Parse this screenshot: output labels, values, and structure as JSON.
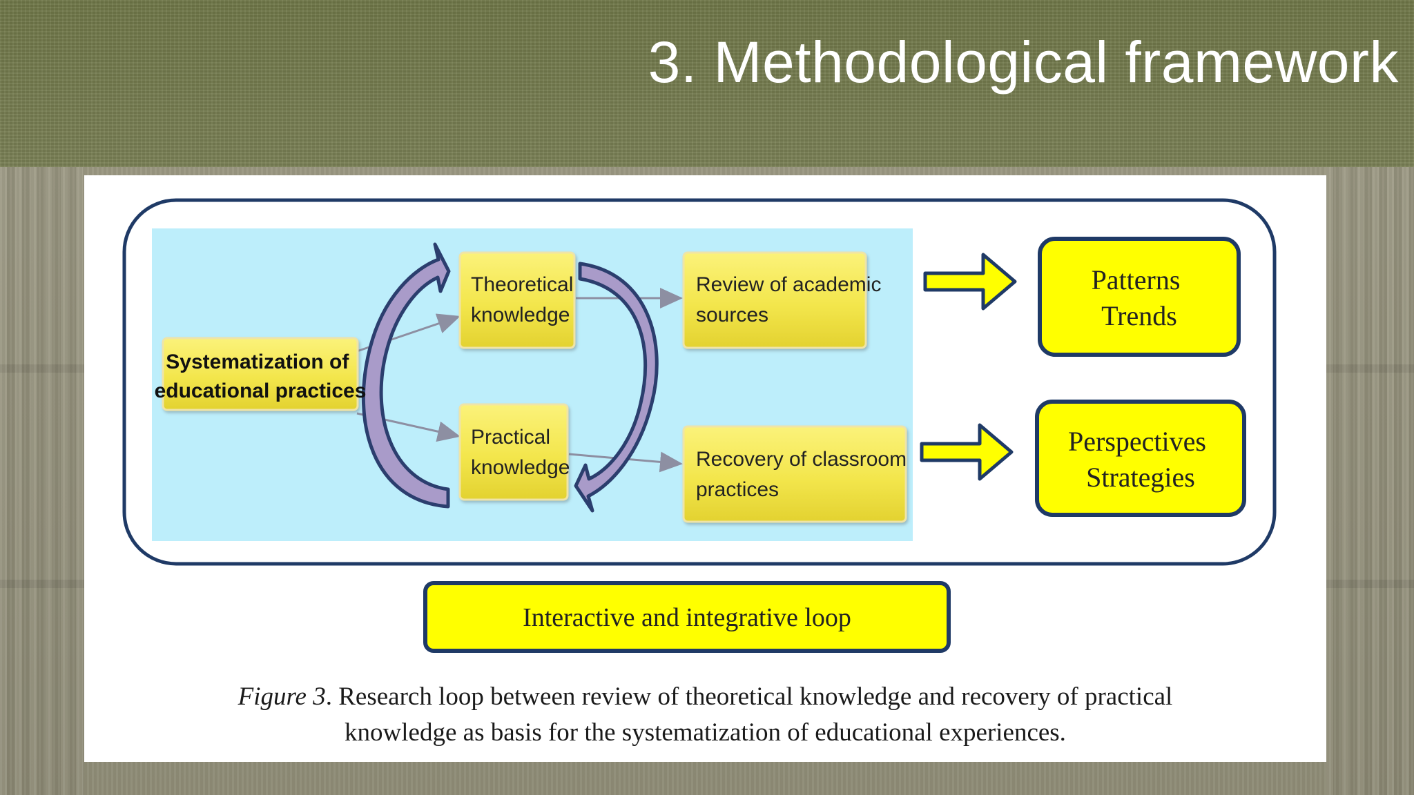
{
  "slide": {
    "title": "3. Methodological framework"
  },
  "diagram": {
    "systematization": [
      "Systematization of",
      "educational practices"
    ],
    "theoretical": [
      "Theoretical",
      "knowledge"
    ],
    "practical": [
      "Practical",
      "knowledge"
    ],
    "review": [
      "Review of academic",
      "sources"
    ],
    "recovery": [
      "Recovery of classroom",
      "practices"
    ],
    "patterns": [
      "Patterns",
      "Trends"
    ],
    "perspectives": [
      "Perspectives",
      "Strategies"
    ],
    "loop_label": "Interactive and integrative loop"
  },
  "caption": {
    "figure_label": "Figure 3",
    "line1_rest": ". Research loop between review of theoretical knowledge and recovery of practical",
    "line2": "knowledge as basis for the systematization of educational experiences."
  },
  "colors": {
    "box_yellow": "#ffff00",
    "box_border_navy": "#1f3a66",
    "panel_cyan": "#bdeefb",
    "arc_fill": "#a99bc9",
    "arc_outline": "#2b3e6e"
  }
}
